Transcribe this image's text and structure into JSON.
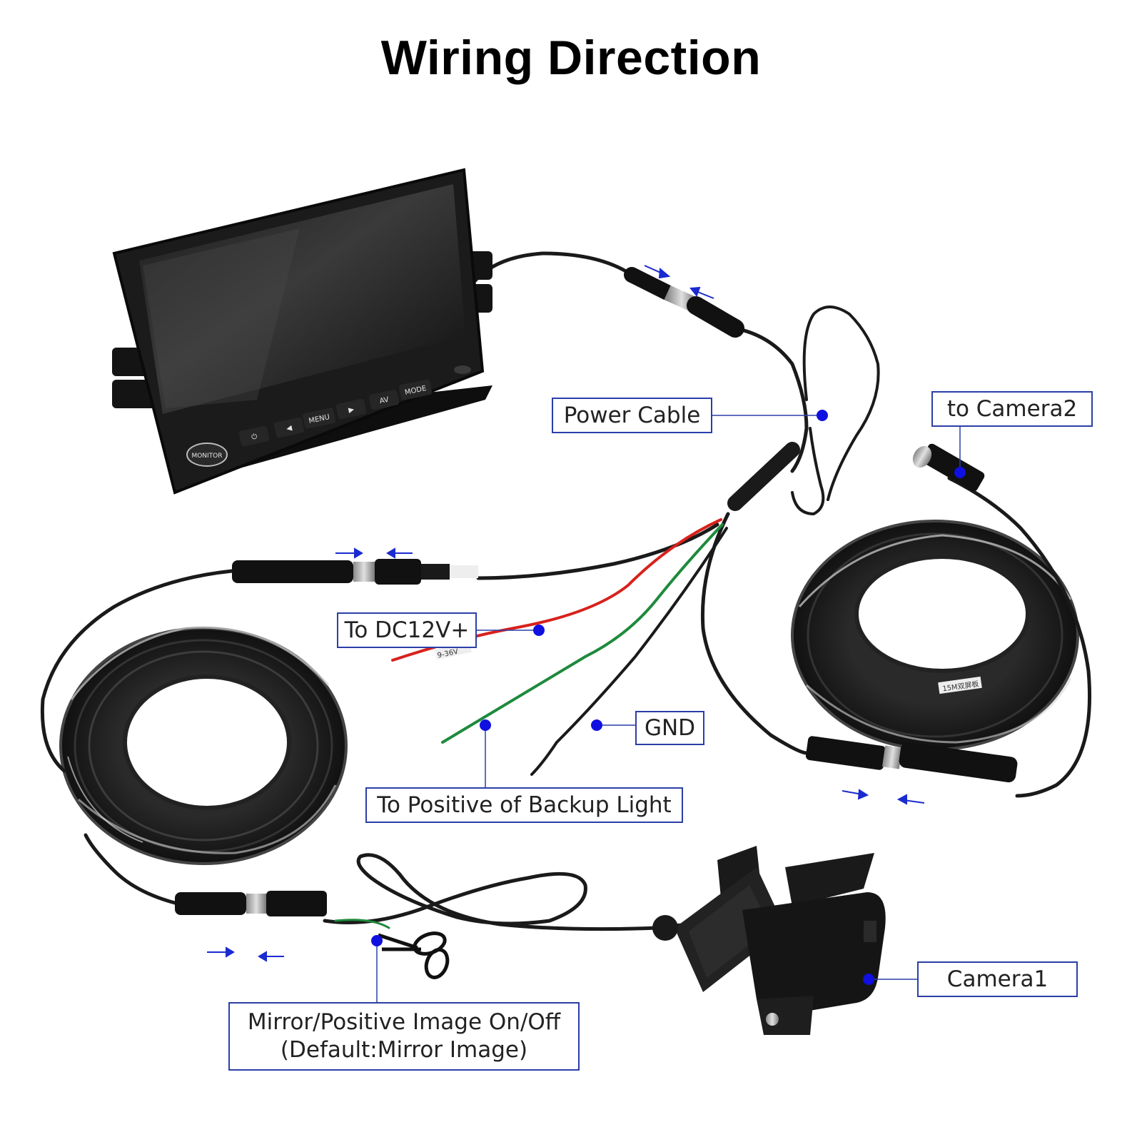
{
  "title": "Wiring Direction",
  "monitor": {
    "buttons": [
      "⏻",
      "◀",
      "MENU",
      "▶",
      "AV",
      "MODE"
    ],
    "badge": "MONITOR"
  },
  "labels": {
    "power_cable": "Power Cable",
    "to_camera2": "to Camera2",
    "to_dc12v": "To DC12V+",
    "gnd": "GND",
    "to_backup_light": "To Positive of Backup Light",
    "camera1": "Camera1",
    "mirror_line1": "Mirror/Positive Image On/Off",
    "mirror_line2": "(Default:Mirror Image)"
  },
  "wire_tags": {
    "red": "9-36V",
    "right_coil": "15M双屏板"
  },
  "colors": {
    "label_border": "#2a3fa8",
    "pointer_dot": "#1010e0",
    "arrow": "#1a2bd0",
    "wire_red": "#d8211c",
    "wire_green": "#1e8a3c",
    "cable": "#1a1a1a"
  }
}
